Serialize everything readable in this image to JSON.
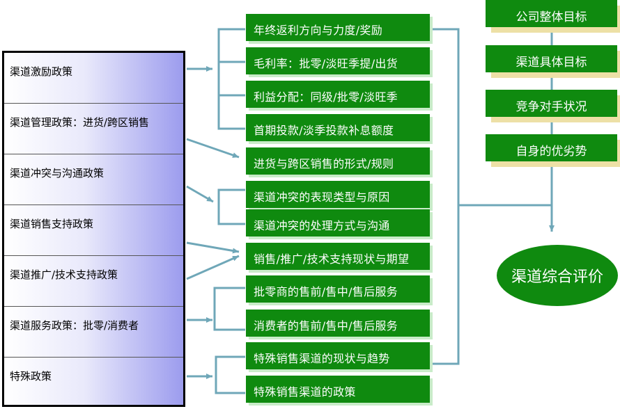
{
  "policies": [
    "渠道激励政策",
    "渠道管理政策：进货/跨区销售",
    "渠道冲突与沟通政策",
    "渠道销售支持政策",
    "渠道推广/技术支持政策",
    "渠道服务政策：批零/消费者",
    "特殊政策"
  ],
  "items": [
    "年终返利方向与力度/奖励",
    "毛利率：批零/淡旺季提/出货",
    "利益分配：同级/批零/淡旺季",
    "首期投款/淡季投款补息额度",
    "进货与跨区销售的形式/规则",
    "渠道冲突的表现类型与原因",
    "渠道冲突的处理方式与沟通",
    "销售/推广/技术支持现状与期望",
    "批零商的售前/售中/售后服务",
    "消费者的售前/售中/售后服务",
    "特殊销售渠道的现状与趋势",
    "特殊销售渠道的政策"
  ],
  "goals": [
    "公司整体目标",
    "渠道具体目标",
    "竞争对手状况",
    "自身的优劣势"
  ],
  "evaluation": "渠道综合评价",
  "colors": {
    "box_green": "#0f8a0f",
    "connector": "#6fa7b8",
    "policy_gradient_end": "#9c9cee"
  }
}
